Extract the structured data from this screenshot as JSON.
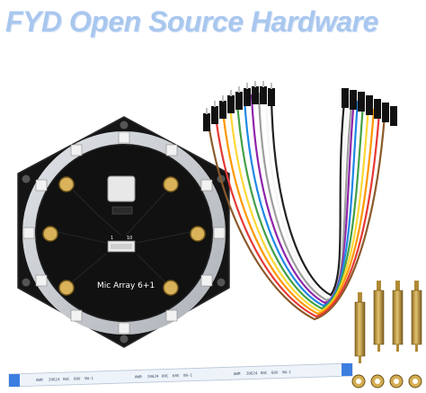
{
  "banner": {
    "text": "FYD Open Source Hardware",
    "color": "#a9c7ee"
  },
  "board": {
    "label": "Mic Array 6+1",
    "pcb_color": "#151515",
    "ring_color": "#c9cdd2",
    "led_color": "#f2f2f2",
    "pad_color": "#d9b25a",
    "connector_marks": [
      "1",
      "10"
    ]
  },
  "ribbon_cable": {
    "print": [
      "AWM",
      "20624",
      "80C",
      "60V",
      "VW-1"
    ]
  },
  "jumper_wires": {
    "colors": [
      "#8b5a2b",
      "#e53935",
      "#ff9800",
      "#fdd835",
      "#43a047",
      "#1e88e5",
      "#8e24aa",
      "#9e9e9e",
      "#f5f5f5",
      "#212121"
    ]
  },
  "hardware": {
    "standoff_count": 4,
    "nut_count": 4,
    "brass_color": "#c9a24a"
  }
}
